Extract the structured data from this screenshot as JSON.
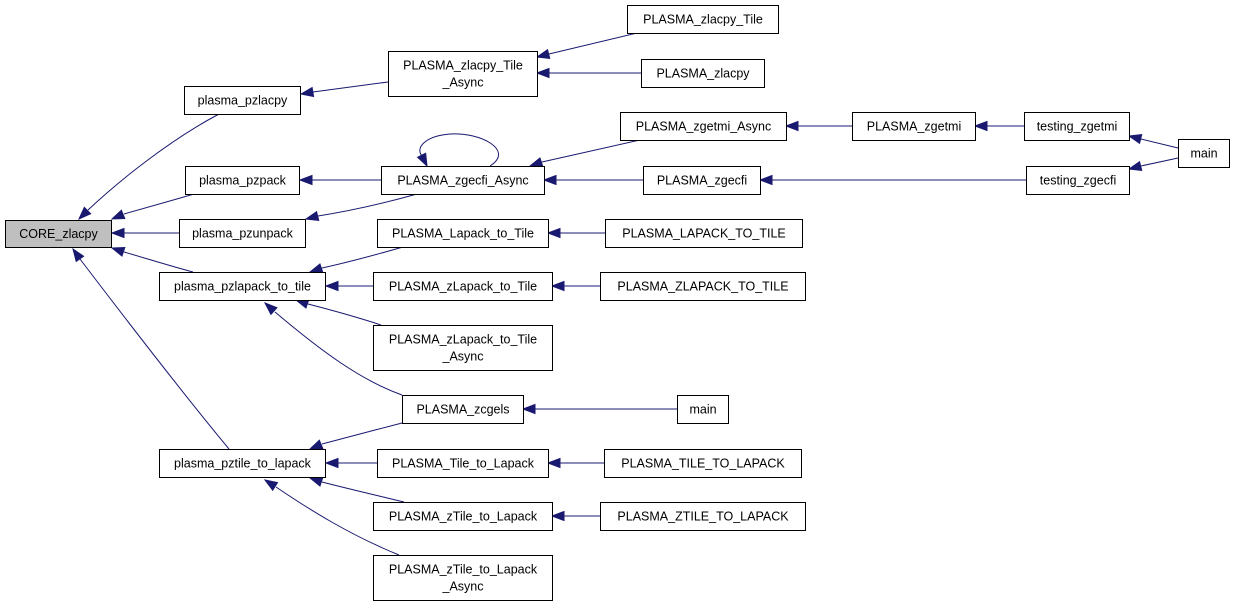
{
  "graph": {
    "title": "CORE_zlacpy caller graph",
    "colors": {
      "edge": "#191970",
      "root_fill": "#bfbfbf",
      "node_fill": "#ffffff",
      "border": "#000000"
    },
    "nodes": [
      {
        "id": "core_zlacpy",
        "lines": [
          "CORE_zlacpy"
        ],
        "root": true
      },
      {
        "id": "plasma_pzlacpy",
        "lines": [
          "plasma_pzlacpy"
        ]
      },
      {
        "id": "plasma_pzpack",
        "lines": [
          "plasma_pzpack"
        ]
      },
      {
        "id": "plasma_pzunpack",
        "lines": [
          "plasma_pzunpack"
        ]
      },
      {
        "id": "plasma_pzlapack_to_tile",
        "lines": [
          "plasma_pzlapack_to_tile"
        ]
      },
      {
        "id": "plasma_pztile_to_lapack",
        "lines": [
          "plasma_pztile_to_lapack"
        ]
      },
      {
        "id": "PLASMA_zlacpy_Tile_Async",
        "lines": [
          "PLASMA_zlacpy_Tile",
          "_Async"
        ]
      },
      {
        "id": "PLASMA_zgecfi_Async",
        "lines": [
          "PLASMA_zgecfi_Async"
        ]
      },
      {
        "id": "PLASMA_Lapack_to_Tile",
        "lines": [
          "PLASMA_Lapack_to_Tile"
        ]
      },
      {
        "id": "PLASMA_zLapack_to_Tile",
        "lines": [
          "PLASMA_zLapack_to_Tile"
        ]
      },
      {
        "id": "PLASMA_zLapack_to_Tile_Async",
        "lines": [
          "PLASMA_zLapack_to_Tile",
          "_Async"
        ]
      },
      {
        "id": "PLASMA_zcgels",
        "lines": [
          "PLASMA_zcgels"
        ]
      },
      {
        "id": "PLASMA_Tile_to_Lapack",
        "lines": [
          "PLASMA_Tile_to_Lapack"
        ]
      },
      {
        "id": "PLASMA_zTile_to_Lapack",
        "lines": [
          "PLASMA_zTile_to_Lapack"
        ]
      },
      {
        "id": "PLASMA_zTile_to_Lapack_Async",
        "lines": [
          "PLASMA_zTile_to_Lapack",
          "_Async"
        ]
      },
      {
        "id": "PLASMA_zlacpy_Tile",
        "lines": [
          "PLASMA_zlacpy_Tile"
        ]
      },
      {
        "id": "PLASMA_zlacpy",
        "lines": [
          "PLASMA_zlacpy"
        ]
      },
      {
        "id": "PLASMA_zgetmi_Async",
        "lines": [
          "PLASMA_zgetmi_Async"
        ]
      },
      {
        "id": "PLASMA_zgecfi",
        "lines": [
          "PLASMA_zgecfi"
        ]
      },
      {
        "id": "PLASMA_LAPACK_TO_TILE",
        "lines": [
          "PLASMA_LAPACK_TO_TILE"
        ]
      },
      {
        "id": "PLASMA_ZLAPACK_TO_TILE",
        "lines": [
          "PLASMA_ZLAPACK_TO_TILE"
        ]
      },
      {
        "id": "main_zcgels",
        "lines": [
          "main"
        ]
      },
      {
        "id": "PLASMA_TILE_TO_LAPACK",
        "lines": [
          "PLASMA_TILE_TO_LAPACK"
        ]
      },
      {
        "id": "PLASMA_ZTILE_TO_LAPACK",
        "lines": [
          "PLASMA_ZTILE_TO_LAPACK"
        ]
      },
      {
        "id": "PLASMA_zgetmi",
        "lines": [
          "PLASMA_zgetmi"
        ]
      },
      {
        "id": "testing_zgetmi",
        "lines": [
          "testing_zgetmi"
        ]
      },
      {
        "id": "testing_zgecfi",
        "lines": [
          "testing_zgecfi"
        ]
      },
      {
        "id": "main_testing",
        "lines": [
          "main"
        ]
      }
    ],
    "edges": [
      {
        "from": "plasma_pzlacpy",
        "to": "core_zlacpy"
      },
      {
        "from": "plasma_pzpack",
        "to": "core_zlacpy"
      },
      {
        "from": "plasma_pzunpack",
        "to": "core_zlacpy"
      },
      {
        "from": "plasma_pzlapack_to_tile",
        "to": "core_zlacpy"
      },
      {
        "from": "plasma_pztile_to_lapack",
        "to": "core_zlacpy"
      },
      {
        "from": "PLASMA_zlacpy_Tile_Async",
        "to": "plasma_pzlacpy"
      },
      {
        "from": "PLASMA_zgecfi_Async",
        "to": "plasma_pzpack"
      },
      {
        "from": "PLASMA_zgecfi_Async",
        "to": "plasma_pzunpack"
      },
      {
        "from": "PLASMA_zgecfi_Async",
        "to": "PLASMA_zgecfi_Async"
      },
      {
        "from": "PLASMA_Lapack_to_Tile",
        "to": "plasma_pzlapack_to_tile"
      },
      {
        "from": "PLASMA_zLapack_to_Tile",
        "to": "plasma_pzlapack_to_tile"
      },
      {
        "from": "PLASMA_zLapack_to_Tile_Async",
        "to": "plasma_pzlapack_to_tile"
      },
      {
        "from": "PLASMA_zcgels",
        "to": "plasma_pzlapack_to_tile"
      },
      {
        "from": "PLASMA_zcgels",
        "to": "plasma_pztile_to_lapack"
      },
      {
        "from": "PLASMA_Tile_to_Lapack",
        "to": "plasma_pztile_to_lapack"
      },
      {
        "from": "PLASMA_zTile_to_Lapack",
        "to": "plasma_pztile_to_lapack"
      },
      {
        "from": "PLASMA_zTile_to_Lapack_Async",
        "to": "plasma_pztile_to_lapack"
      },
      {
        "from": "PLASMA_zlacpy_Tile",
        "to": "PLASMA_zlacpy_Tile_Async"
      },
      {
        "from": "PLASMA_zlacpy",
        "to": "PLASMA_zlacpy_Tile_Async"
      },
      {
        "from": "PLASMA_zgetmi_Async",
        "to": "PLASMA_zgecfi_Async"
      },
      {
        "from": "PLASMA_zgecfi",
        "to": "PLASMA_zgecfi_Async"
      },
      {
        "from": "PLASMA_LAPACK_TO_TILE",
        "to": "PLASMA_Lapack_to_Tile"
      },
      {
        "from": "PLASMA_ZLAPACK_TO_TILE",
        "to": "PLASMA_zLapack_to_Tile"
      },
      {
        "from": "main_zcgels",
        "to": "PLASMA_zcgels"
      },
      {
        "from": "PLASMA_TILE_TO_LAPACK",
        "to": "PLASMA_Tile_to_Lapack"
      },
      {
        "from": "PLASMA_ZTILE_TO_LAPACK",
        "to": "PLASMA_zTile_to_Lapack"
      },
      {
        "from": "PLASMA_zgetmi",
        "to": "PLASMA_zgetmi_Async"
      },
      {
        "from": "testing_zgetmi",
        "to": "PLASMA_zgetmi"
      },
      {
        "from": "testing_zgecfi",
        "to": "PLASMA_zgecfi"
      },
      {
        "from": "main_testing",
        "to": "testing_zgetmi"
      },
      {
        "from": "main_testing",
        "to": "testing_zgecfi"
      }
    ]
  }
}
